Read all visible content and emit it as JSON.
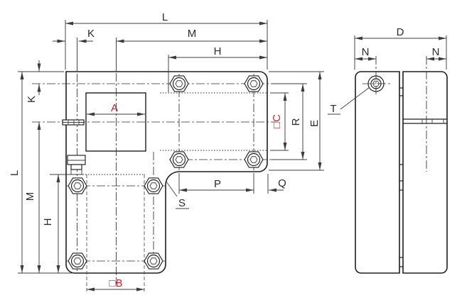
{
  "app": {
    "type": "cad-technical-drawing",
    "description": "Two-view dimensioned engineering drawing of a cross-slide table with hex socket bolts"
  },
  "colors": {
    "background": "#ffffff",
    "line": "#1e1e1e",
    "dimension_line": "#3c3c3c",
    "highlight_red": "#c8232e"
  },
  "views": {
    "plan_view": {
      "dimensions": {
        "L_top": "L",
        "K_top": "K",
        "M_top": "M",
        "H_top": "H",
        "L_left": "L",
        "K_left": "K",
        "M_left": "M",
        "H_left": "H",
        "A": "A",
        "B": "□B",
        "C": "□C",
        "R": "R",
        "E": "E",
        "P": "P",
        "Q": "Q",
        "S": "S"
      }
    },
    "side_view": {
      "dimensions": {
        "D": "D",
        "N_left": "N",
        "N_right": "N",
        "T": "T"
      }
    }
  }
}
